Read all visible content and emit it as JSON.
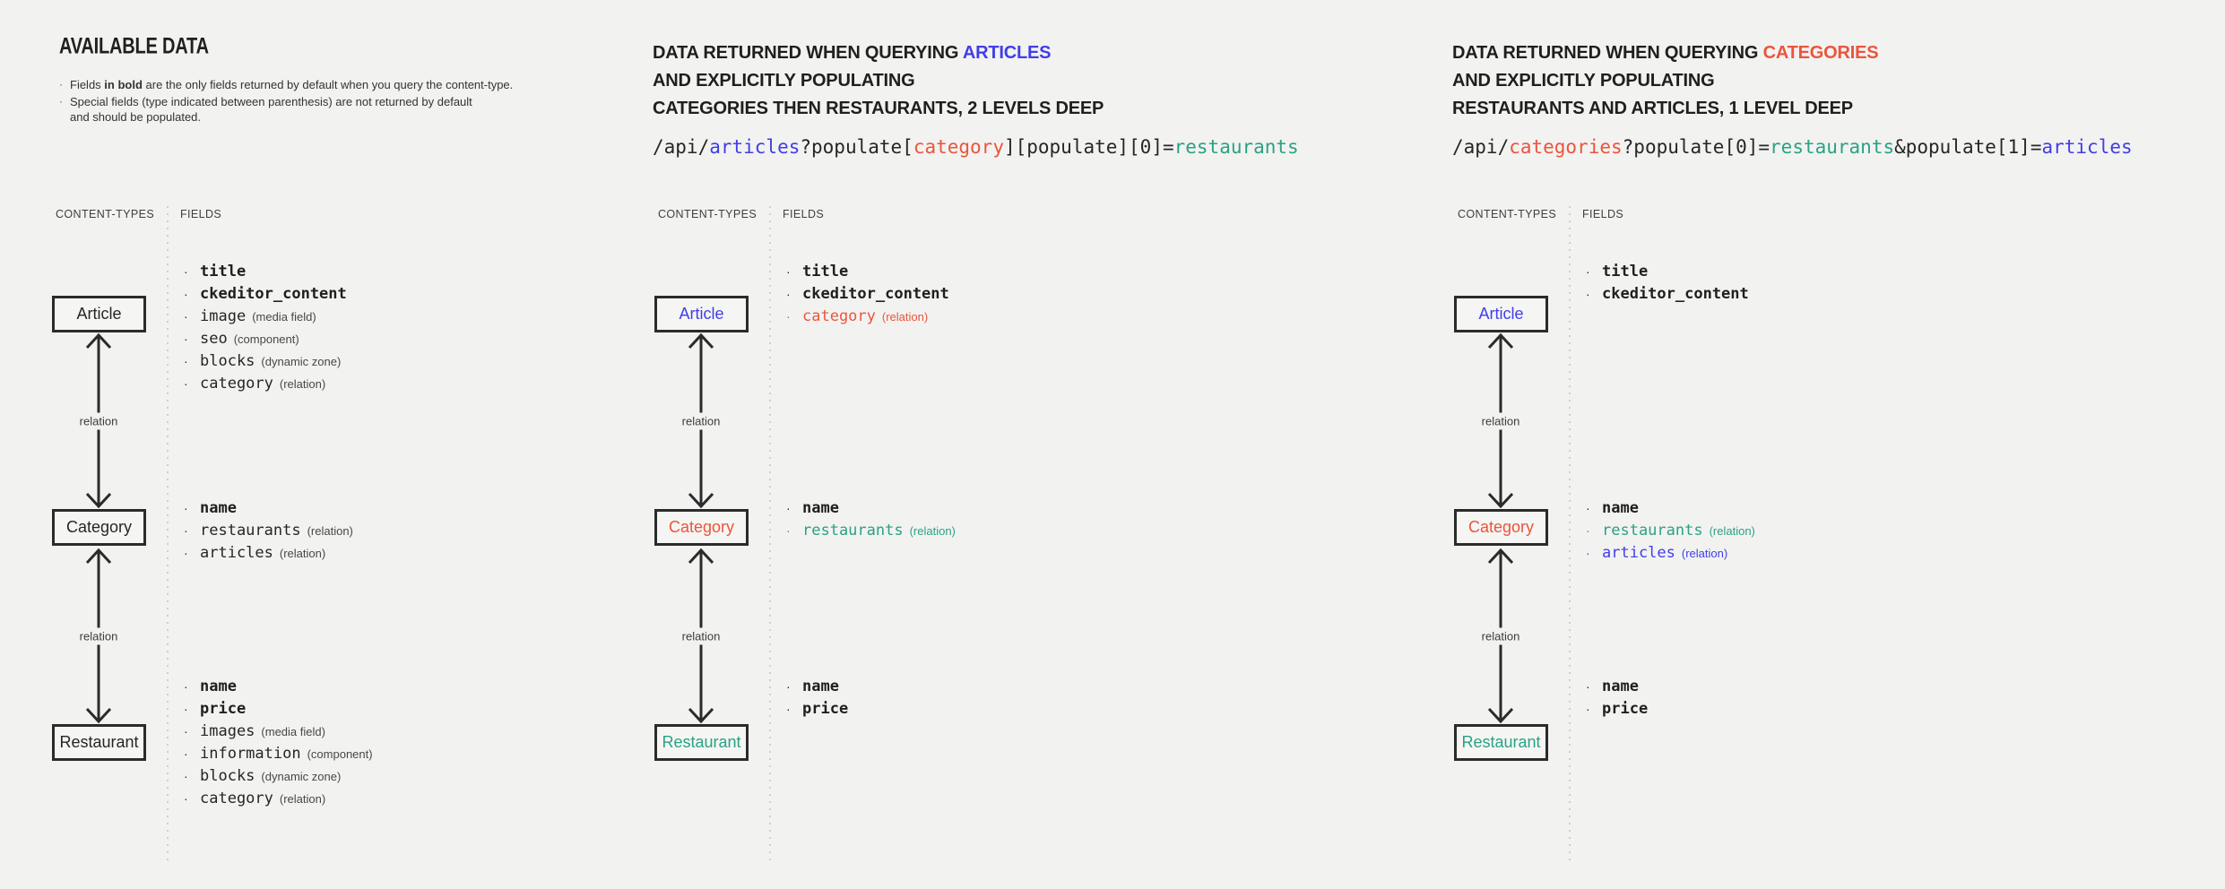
{
  "colors": {
    "blue": "#413ee8",
    "red": "#eb553c",
    "teal": "#2aa284",
    "dark": "#262626",
    "background": "#f2f2f1"
  },
  "relation_arrow": "double-headed-vertical-arrow",
  "panels": [
    {
      "title": "AVAILABLE DATA",
      "notes": {
        "n1_pre": "Fields ",
        "n1_bold": "in bold",
        "n1_post": " are the only fields returned by default when you query the content-type.",
        "n2_line1": "Special fields (type indicated between parenthesis) are not returned by default",
        "n2_line2": "and should be populated."
      },
      "headers": {
        "content_types": "CONTENT-TYPES",
        "fields": "FIELDS"
      },
      "connectors": [
        {
          "label": "relation"
        },
        {
          "label": "relation"
        }
      ],
      "nodes": [
        {
          "label": "Article",
          "fields": [
            {
              "name": "title",
              "bold": true
            },
            {
              "name": "ckeditor_content",
              "bold": true
            },
            {
              "name": "image",
              "type": "(media field)"
            },
            {
              "name": "seo",
              "type": "(component)"
            },
            {
              "name": "blocks",
              "type": "(dynamic zone)"
            },
            {
              "name": "category",
              "type": "(relation)"
            }
          ]
        },
        {
          "label": "Category",
          "fields": [
            {
              "name": "name",
              "bold": true
            },
            {
              "name": "restaurants",
              "type": "(relation)"
            },
            {
              "name": "articles",
              "type": "(relation)"
            }
          ]
        },
        {
          "label": "Restaurant",
          "fields": [
            {
              "name": "name",
              "bold": true
            },
            {
              "name": "price",
              "bold": true
            },
            {
              "name": "images",
              "type": "(media field)"
            },
            {
              "name": "information",
              "type": "(component)"
            },
            {
              "name": "blocks",
              "type": "(dynamic zone)"
            },
            {
              "name": "category",
              "type": "(relation)"
            }
          ]
        }
      ]
    },
    {
      "title_prefix": "DATA RETURNED WHEN QUERYING ",
      "title_highlight": "ARTICLES",
      "title_highlight_color": "blue",
      "title_line2": "AND EXPLICITLY POPULATING",
      "title_line3": "CATEGORIES THEN RESTAURANTS, 2 LEVELS DEEP",
      "code": [
        {
          "text": "/api/",
          "color": "dark"
        },
        {
          "text": "articles",
          "color": "blue"
        },
        {
          "text": "?populate[",
          "color": "dark"
        },
        {
          "text": "category",
          "color": "red"
        },
        {
          "text": "][populate][0]=",
          "color": "dark"
        },
        {
          "text": "restaurants",
          "color": "teal"
        }
      ],
      "headers": {
        "content_types": "CONTENT-TYPES",
        "fields": "FIELDS"
      },
      "connectors": [
        {
          "label": "relation"
        },
        {
          "label": "relation"
        }
      ],
      "nodes": [
        {
          "label": "Article",
          "color": "blue",
          "fields": [
            {
              "name": "title",
              "bold": true
            },
            {
              "name": "ckeditor_content",
              "bold": true
            },
            {
              "name": "category",
              "type": "(relation)",
              "color": "red"
            }
          ]
        },
        {
          "label": "Category",
          "color": "red",
          "fields": [
            {
              "name": "name",
              "bold": true
            },
            {
              "name": "restaurants",
              "type": "(relation)",
              "color": "teal"
            }
          ]
        },
        {
          "label": "Restaurant",
          "color": "teal",
          "fields": [
            {
              "name": "name",
              "bold": true
            },
            {
              "name": "price",
              "bold": true
            }
          ]
        }
      ]
    },
    {
      "title_prefix": "DATA RETURNED WHEN QUERYING ",
      "title_highlight": "CATEGORIES",
      "title_highlight_color": "red",
      "title_line2": "AND EXPLICITLY POPULATING",
      "title_line3": "RESTAURANTS AND ARTICLES, 1 LEVEL DEEP",
      "code": [
        {
          "text": "/api/",
          "color": "dark"
        },
        {
          "text": "categories",
          "color": "red"
        },
        {
          "text": "?populate[0]=",
          "color": "dark"
        },
        {
          "text": "restaurants",
          "color": "teal"
        },
        {
          "text": "&populate[1]=",
          "color": "dark"
        },
        {
          "text": "articles",
          "color": "blue"
        }
      ],
      "headers": {
        "content_types": "CONTENT-TYPES",
        "fields": "FIELDS"
      },
      "connectors": [
        {
          "label": "relation"
        },
        {
          "label": "relation"
        }
      ],
      "nodes": [
        {
          "label": "Article",
          "color": "blue",
          "fields": [
            {
              "name": "title",
              "bold": true
            },
            {
              "name": "ckeditor_content",
              "bold": true
            }
          ]
        },
        {
          "label": "Category",
          "color": "red",
          "fields": [
            {
              "name": "name",
              "bold": true
            },
            {
              "name": "restaurants",
              "type": "(relation)",
              "color": "teal"
            },
            {
              "name": "articles",
              "type": "(relation)",
              "color": "blue"
            }
          ]
        },
        {
          "label": "Restaurant",
          "color": "teal",
          "fields": [
            {
              "name": "name",
              "bold": true
            },
            {
              "name": "price",
              "bold": true
            }
          ]
        }
      ]
    }
  ]
}
